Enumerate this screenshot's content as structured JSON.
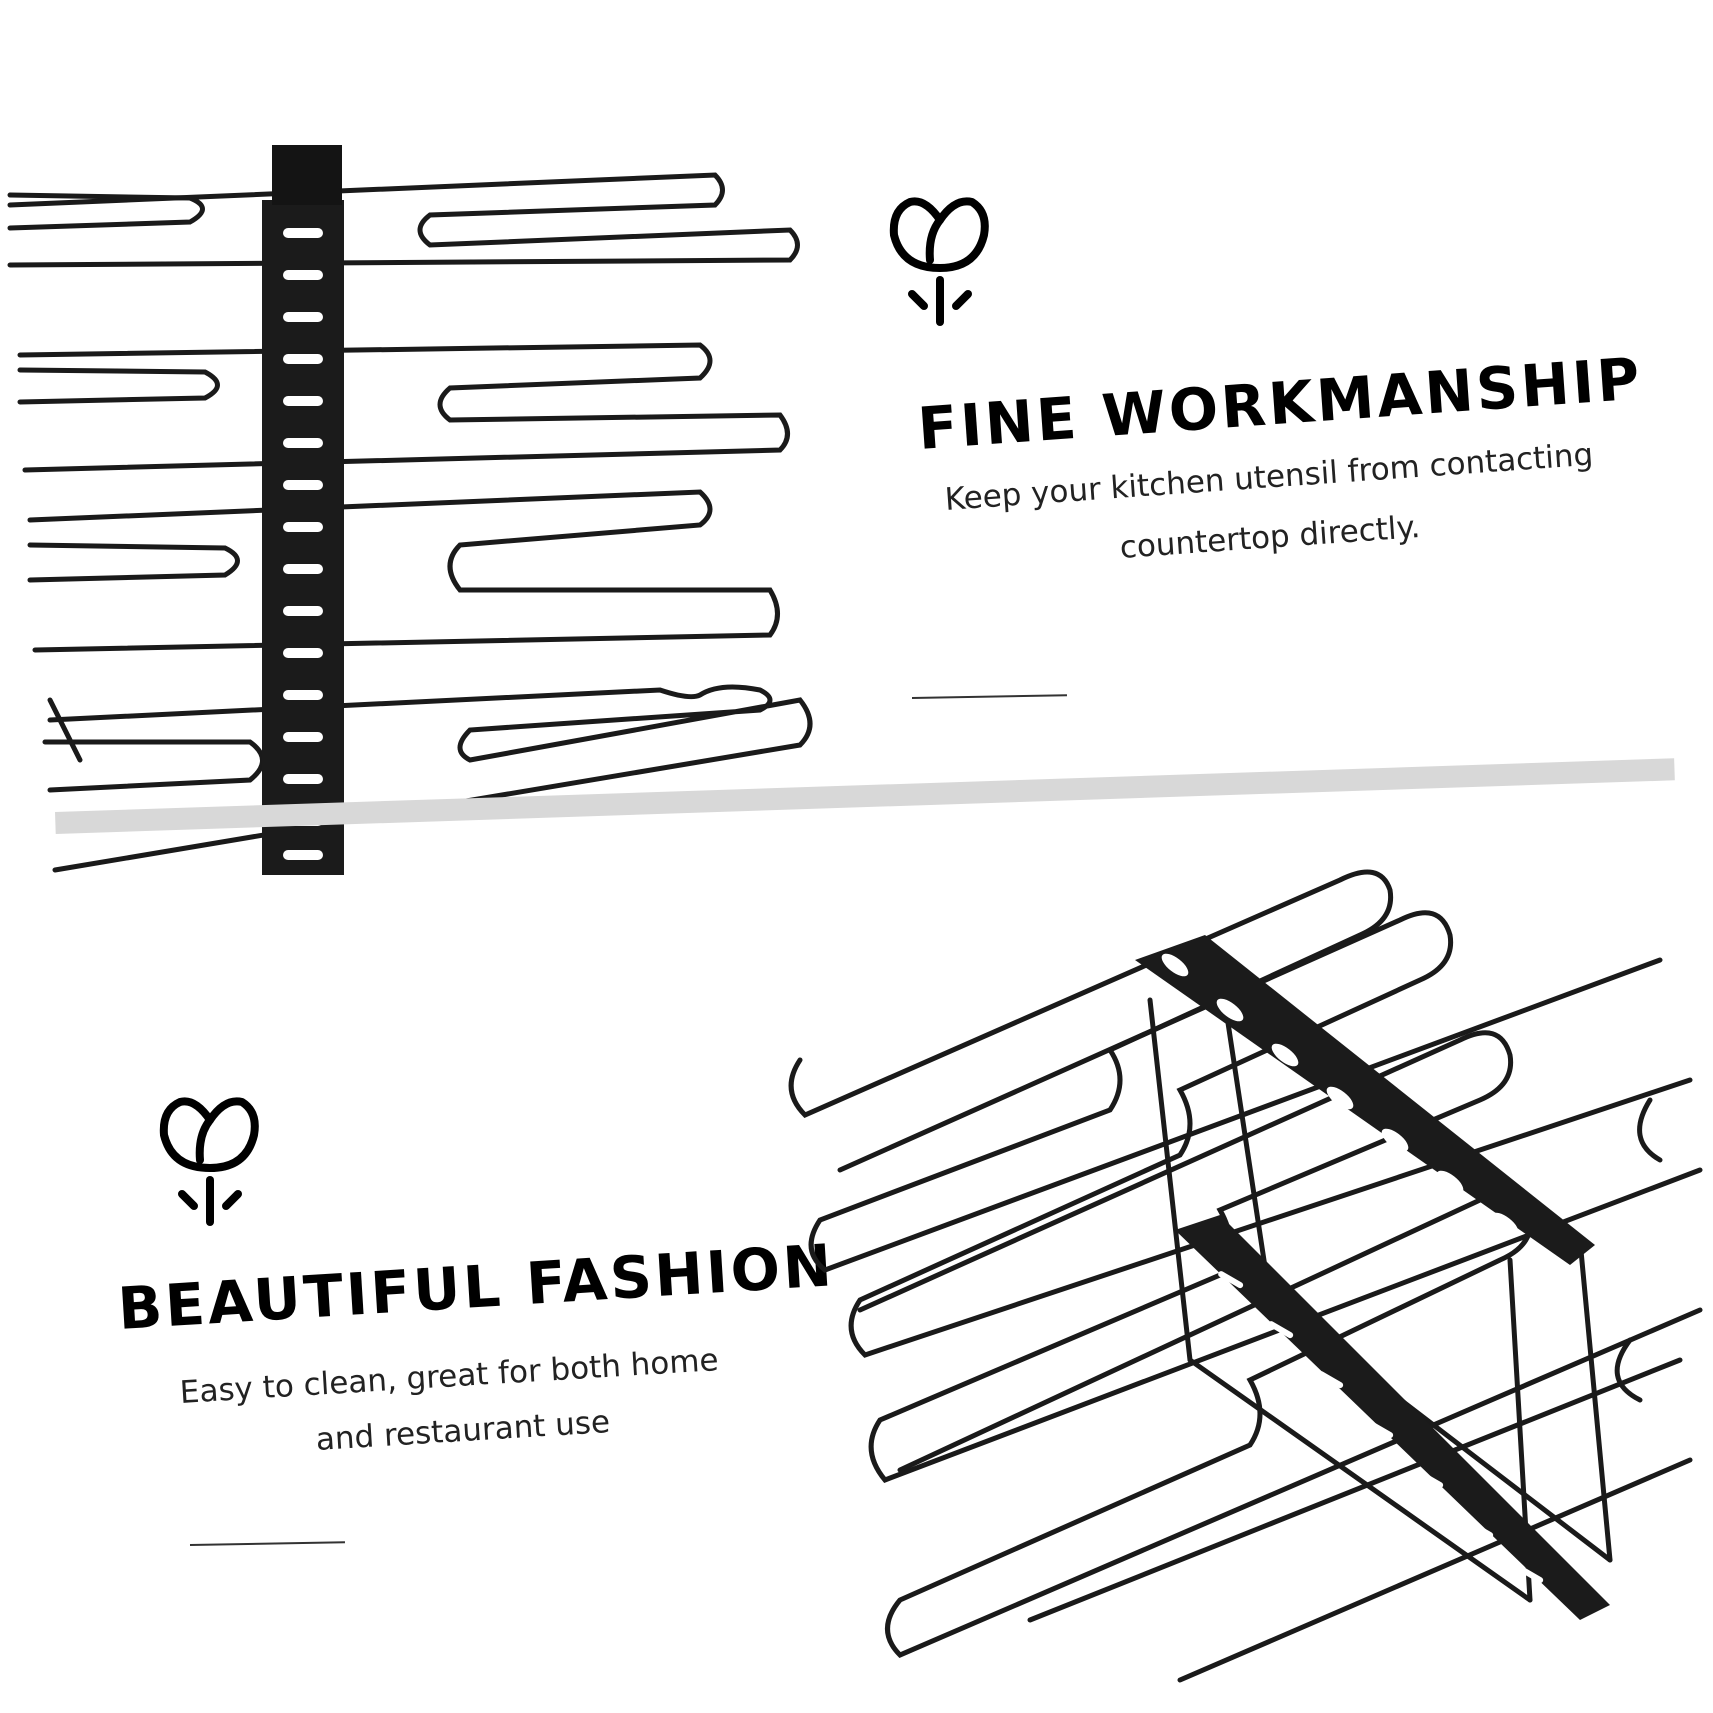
{
  "colors": {
    "wire": "#1a1a1a",
    "text": "#000000",
    "subtext": "#222222",
    "divider": "#d8d8d8",
    "background": "#ffffff"
  },
  "panels": [
    {
      "headline": "FINE WORKMANSHIP",
      "description_line1": "Keep your kitchen utensil from contacting",
      "description_line2": "countertop directly.",
      "icon": "tulip-icon"
    },
    {
      "headline": "BEAUTIFUL FASHION",
      "description_line1": "Easy to clean, great for both home",
      "description_line2": "and restaurant use",
      "icon": "tulip-icon"
    }
  ]
}
